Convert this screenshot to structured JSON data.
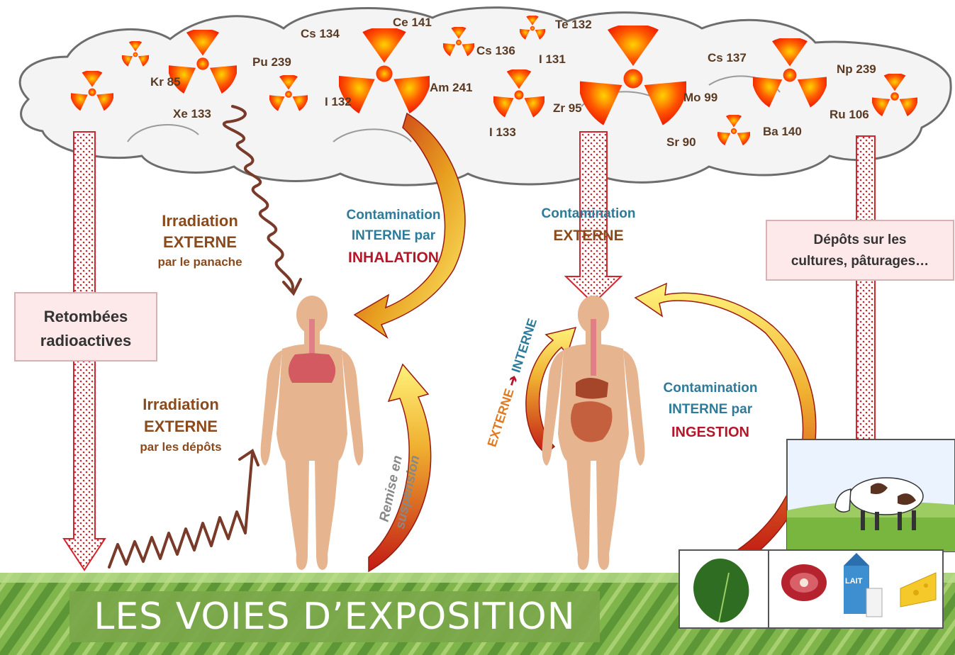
{
  "isotopes": [
    {
      "id": "kr85",
      "label": "Kr 85"
    },
    {
      "id": "xe133",
      "label": "Xe 133"
    },
    {
      "id": "pu239",
      "label": "Pu 239"
    },
    {
      "id": "cs134",
      "label": "Cs 134"
    },
    {
      "id": "i132",
      "label": "I 132"
    },
    {
      "id": "ce141",
      "label": "Ce 141"
    },
    {
      "id": "cs136",
      "label": "Cs 136"
    },
    {
      "id": "am241",
      "label": "Am 241"
    },
    {
      "id": "i133",
      "label": "I 133"
    },
    {
      "id": "te132",
      "label": "Te 132"
    },
    {
      "id": "i131",
      "label": "I 131"
    },
    {
      "id": "zr95",
      "label": "Zr 95"
    },
    {
      "id": "cs137",
      "label": "Cs 137"
    },
    {
      "id": "mo99",
      "label": "Mo 99"
    },
    {
      "id": "sr90",
      "label": "Sr 90"
    },
    {
      "id": "ba140",
      "label": "Ba 140"
    },
    {
      "id": "np239",
      "label": "Np 239"
    },
    {
      "id": "ru106",
      "label": "Ru 106"
    }
  ],
  "labels": {
    "irradiation_panache": {
      "l1": "Irradiation",
      "l2": "EXTERNE",
      "l3": "par le panache"
    },
    "inhalation": {
      "l1": "Contamination",
      "l2": "INTERNE par",
      "l3": "INHALATION"
    },
    "contamination_externe": {
      "l1": "Contamination",
      "l2": "EXTERNE"
    },
    "depots_cultures": {
      "l1": "Dépôts sur les",
      "l2": "cultures, pâturages…"
    },
    "retombees": {
      "l1": "Retombées",
      "l2": "radioactives"
    },
    "irradiation_depots": {
      "l1": "Irradiation",
      "l2": "EXTERNE",
      "l3": "par les dépôts"
    },
    "remise_suspension": {
      "l1": "Remise en",
      "l2": "suspension"
    },
    "externe_interne": {
      "from": "EXTERNE",
      "arrow": "➔",
      "to": "INTERNE"
    },
    "ingestion": {
      "l1": "Contamination",
      "l2": "INTERNE par",
      "l3": "INGESTION"
    },
    "lait": "LAIT"
  },
  "title": "LES VOIES D’EXPOSITION",
  "colors": {
    "brown": "#8a4a1c",
    "teal": "#2d7b9a",
    "red": "#b3182a",
    "skin": "#e6b48f",
    "banner": "#7aa84a"
  }
}
